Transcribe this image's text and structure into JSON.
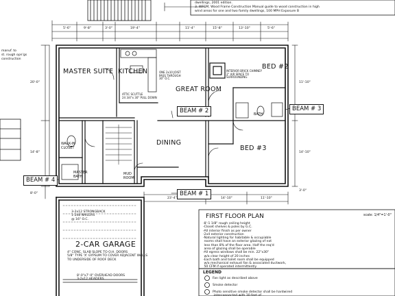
{
  "rooms": {
    "master_suite": "MASTER SUITE",
    "kitchen": "KITCHEN",
    "great_room": "GREAT ROOM",
    "bed2": "BED #2",
    "bed3": "BED #3",
    "dining": "DINING",
    "master_bath": "MASTER\nBATH",
    "walk_in_closet": "WALK-IN\nCLOSET",
    "garage": "2-CAR GARAGE",
    "mud_room": "MUD\nROOM",
    "bath": "BATH"
  },
  "beams": {
    "beam1": "BEAM # 1",
    "beam2": "BEAM # 2",
    "beam3": "BEAM # 3",
    "beam4": "BEAM # 4"
  },
  "plan": {
    "title": "FIRST FLOOR PLAN",
    "scale": "scale: 1/4\"=1'-0\""
  },
  "top_notes": {
    "line1": "dwellings, 2001 edition.",
    "line2": "3. WFCM, Wood Frame Construction Manual guide to wood construction in high",
    "line3": "wind areas for one and two family dwellings, 100 MPH Exposure B"
  },
  "left_notes": {
    "line1": "manuf. to",
    "line2": "st. rough opn'gs",
    "line3": "construction"
  },
  "garage_notes": {
    "slab": "4\" CONC. SLAB SLOPE TO O.H. DOORS\n5/8\" TYPE 'X' GYPSUM TO COVER ADJACENT WALLS\nTO UNDERSIDE OF ROOF DECK",
    "doors": "8'-0\"x7'-0\" OVERHEAD DOORS\n3-2x12 HEADERS",
    "header": "3-2x12 STRONGBACK\n1-2x8 NAILERS\n@ 16\" O.C."
  },
  "floor_notes": "-8'-1 1/8\" rough ceiling height\n-Closet shelves & poles by G.C.\n-All interior finish as per owner\n-2x4 exterior construction\n-Natural lighting for habitable & occupiable\n rooms shall have an exterior glazing of not\n less than 8% of the floor area. Half the req'd\n area of glazing shall be operable\n-All egress windows shall be min. 22\"x30\"\n w/a clear height of 20 inches\n-Each bath and toilet room shall be equipped\n w/a mechanical exhaust fan & associated ductwork,\n 50 CFM if operated intermittently",
  "kitchen_notes": {
    "note1": "ATTIC SCUTTLE\n24 3/4\"x 30\" PULL DOWN",
    "note2": "ONE 2x10 JOIST\nPASS THROUGH\n30\" O.C.",
    "note3": "INTERIOR BRICK CHIMNEY\n2\" AIR SPACE TO\nSURROUNDING"
  },
  "dimensions": {
    "top": [
      "5'-6\"",
      "9'-8\"",
      "3'-0\"",
      "19'-4\"",
      "11'-4\"",
      "15'-8\"",
      "13'-10\"",
      "5'-6\""
    ],
    "right_side": [
      "11'-10\"",
      "14'-10\"",
      "3'-0\""
    ],
    "bottom": [
      "23'-4\"",
      "14'-10\"",
      "11'-10\""
    ],
    "left_side": [
      "20'-0\"",
      "14'-8\"",
      "8'-0\""
    ]
  },
  "legend": {
    "title": "LEGEND",
    "items": [
      "Fan light as described above",
      "Smoke detector",
      "Photo sensitive smoke detector shall be hardwired\n interconnected with 30 feet of ..."
    ]
  },
  "left_table": {
    "rows": [
      "",
      "",
      ""
    ]
  }
}
